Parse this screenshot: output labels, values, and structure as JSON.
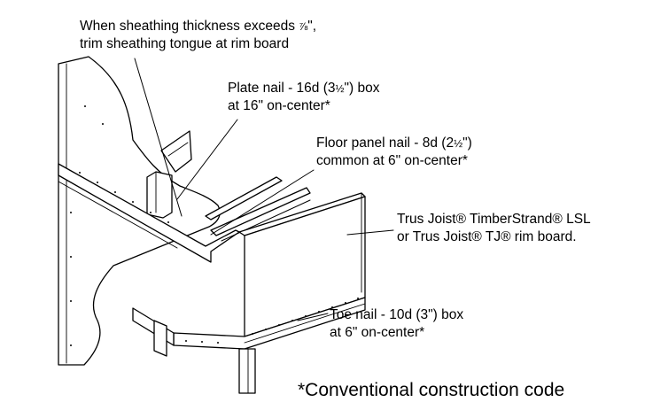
{
  "callouts": {
    "sheathing": {
      "line1_pre": "When sheathing thickness exceeds ",
      "line1_frac": "⅞",
      "line1_post": "\",",
      "line2": "trim sheathing tongue at rim board"
    },
    "plate_nail": {
      "line1_pre": "Plate nail - 16d (3",
      "line1_frac": "½",
      "line1_post": "\") box",
      "line2": "at 16\" on-center*"
    },
    "floor_panel_nail": {
      "line1_pre": "Floor panel nail - 8d (2",
      "line1_frac": "½",
      "line1_post": "\")",
      "line2": "common at 6\" on-center*"
    },
    "rim_board": {
      "line1": "Trus Joist® TimberStrand® LSL",
      "line2": "or Trus Joist® TJ® rim board."
    },
    "toe_nail": {
      "line1": "Toe nail - 10d (3\") box",
      "line2": "at 6\" on-center*"
    }
  },
  "footnote": "*Conventional construction code",
  "colors": {
    "ink": "#000000",
    "paper": "#ffffff"
  }
}
